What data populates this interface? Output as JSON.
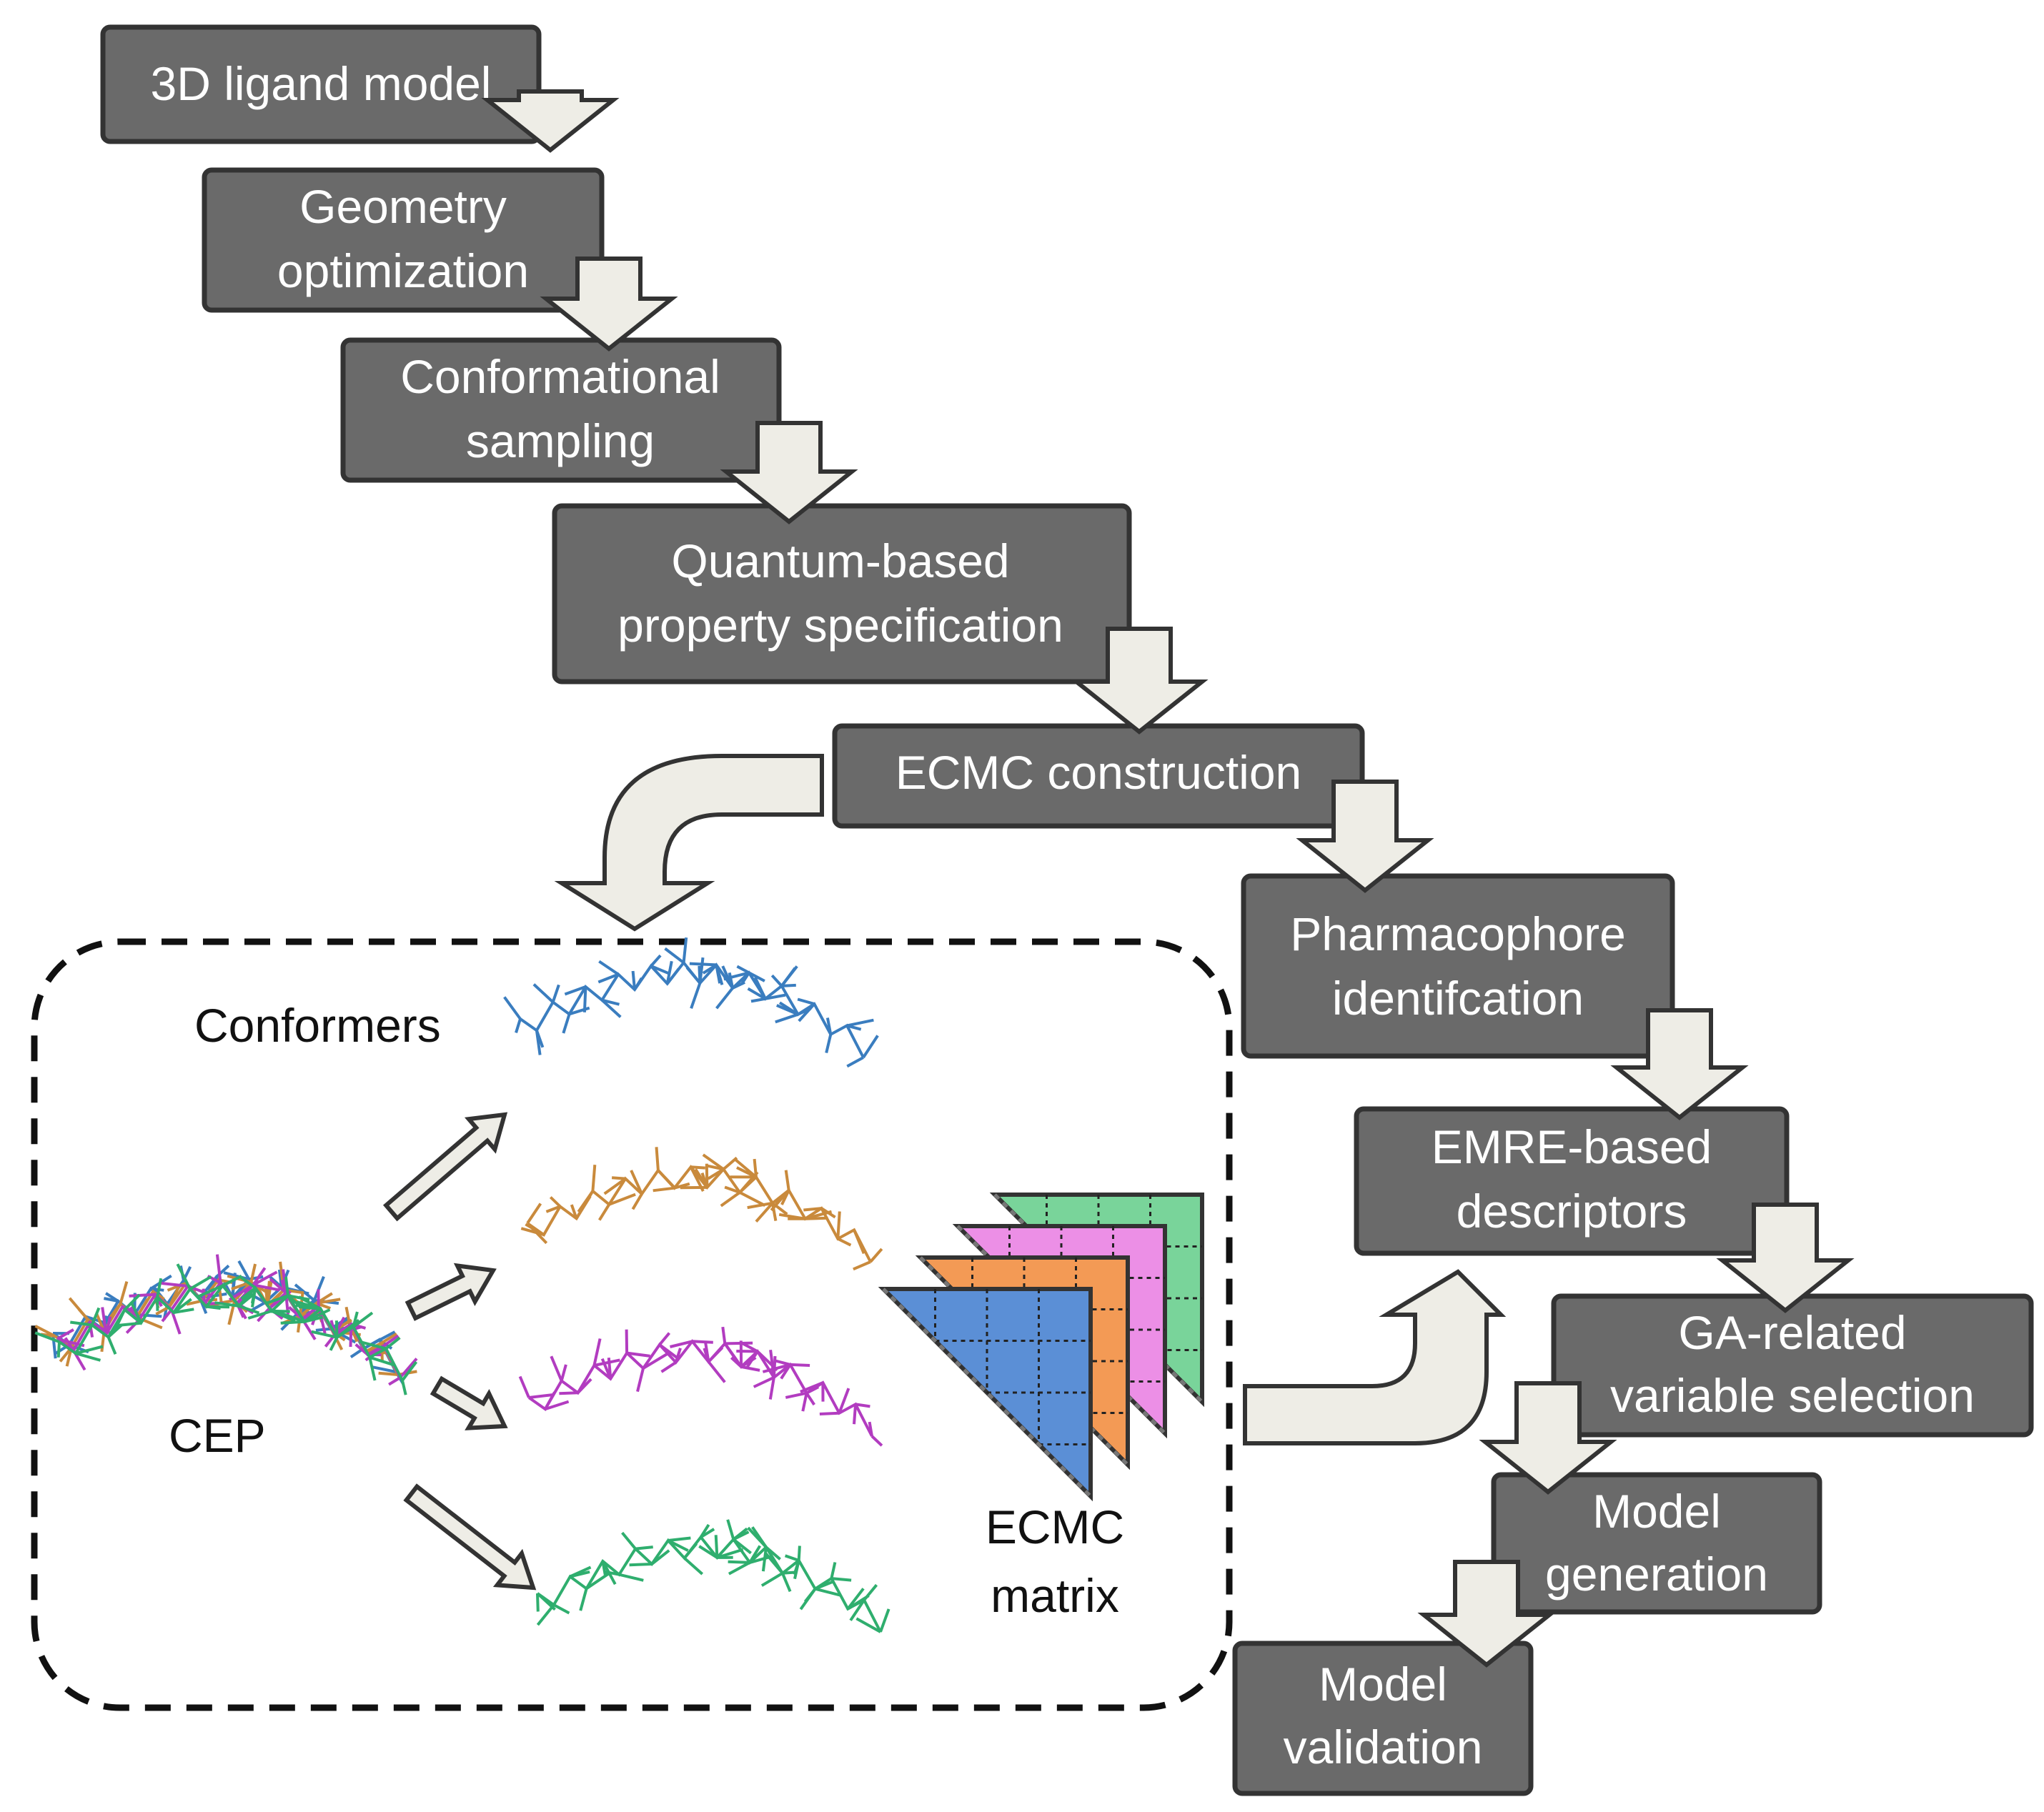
{
  "steps": [
    {
      "id": "s1",
      "lines": [
        "3D ligand model"
      ]
    },
    {
      "id": "s2",
      "lines": [
        "Geometry",
        "optimization"
      ]
    },
    {
      "id": "s3",
      "lines": [
        "Conformational",
        "sampling"
      ]
    },
    {
      "id": "s4",
      "lines": [
        "Quantum-based",
        "property specification"
      ]
    },
    {
      "id": "s5",
      "lines": [
        "ECMC construction"
      ]
    },
    {
      "id": "s6",
      "lines": [
        "Pharmacophore",
        "identifcation"
      ]
    },
    {
      "id": "s7",
      "lines": [
        "EMRE-based",
        "descriptors"
      ]
    },
    {
      "id": "s8",
      "lines": [
        "GA-related",
        "variable selection"
      ]
    },
    {
      "id": "s9",
      "lines": [
        "Model",
        "generation"
      ]
    },
    {
      "id": "s10",
      "lines": [
        "Model",
        "validation"
      ]
    }
  ],
  "inset": {
    "conformers_label": "Conformers",
    "cep_label": "CEP",
    "matrix_label_line1": "ECMC",
    "matrix_label_line2": "matrix",
    "conformer_colors": [
      "#3a7dbf",
      "#c98a3c",
      "#b23cc0",
      "#2fae6e"
    ],
    "matrix_colors": [
      "#5b8fd6",
      "#f39a55",
      "#ec8fe6",
      "#79d49a"
    ]
  },
  "colors": {
    "box_fill": "#6a6a6a",
    "box_stroke": "#333333",
    "arrow_fill": "#eeede6",
    "arrow_stroke": "#333333"
  }
}
